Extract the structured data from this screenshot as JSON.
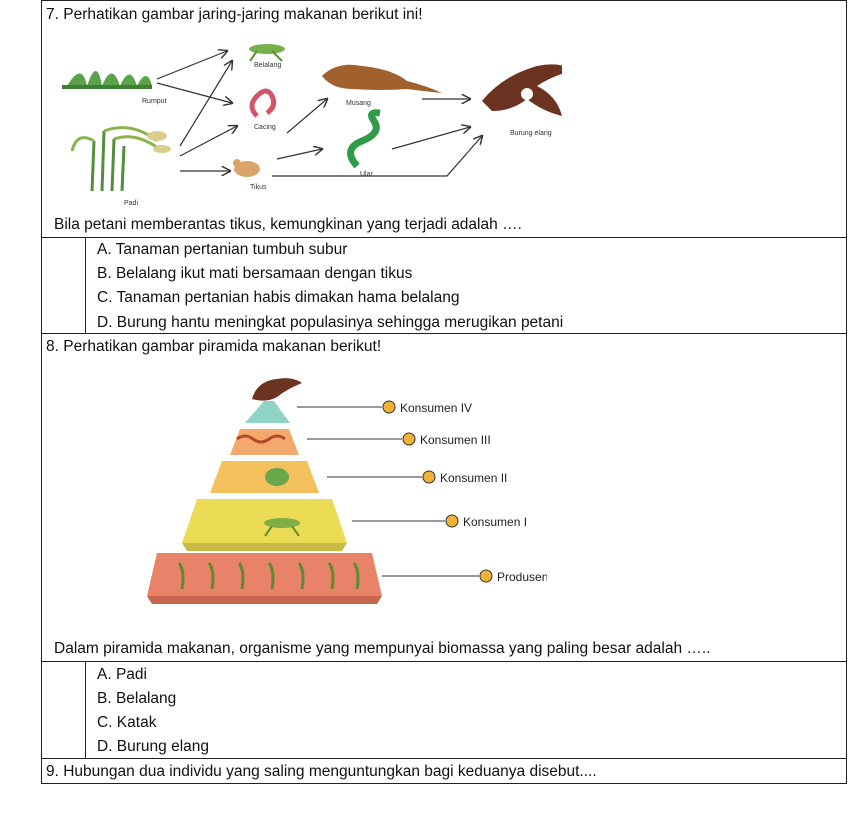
{
  "q7": {
    "title": "7.  Perhatikan gambar jaring-jaring makanan berikut ini!",
    "labels": {
      "belalang": "Belalang",
      "rumput": "Rumput",
      "cacing": "Cacing",
      "musang": "Musang",
      "burung_elang": "Burung elang",
      "padi": "Padi",
      "tikus": "Tikus",
      "ular": "Ular"
    },
    "question": "Bila petani memberantas tikus, kemungkinan yang terjadi adalah ….",
    "options": [
      "A. Tanaman pertanian tumbuh subur",
      "B. Belalang ikut mati bersamaan dengan tikus",
      "C. Tanaman pertanian habis dimakan hama belalang",
      "D. Burung hantu meningkat populasinya sehingga merugikan petani"
    ]
  },
  "q8": {
    "title": "8.  Perhatikan gambar piramida makanan berikut!",
    "levels": [
      "Konsumen IV",
      "Konsumen III",
      "Konsumen II",
      "Konsumen I",
      "Produsen"
    ],
    "question": "Dalam piramida makanan, organisme yang mempunyai biomassa yang paling besar adalah …..",
    "options": [
      "A. Padi",
      "B. Belalang",
      "C. Katak",
      "D. Burung elang"
    ]
  },
  "q9": {
    "title": "9.  Hubungan  dua individu yang saling menguntungkan bagi keduanya disebut...."
  },
  "colors": {
    "pyramid_top": "#8fd3c4",
    "pyramid_2": "#f3a96b",
    "pyramid_3": "#f2c05c",
    "pyramid_4": "#ecdc55",
    "pyramid_base": "#e8836a",
    "marker": "#f2b233"
  }
}
